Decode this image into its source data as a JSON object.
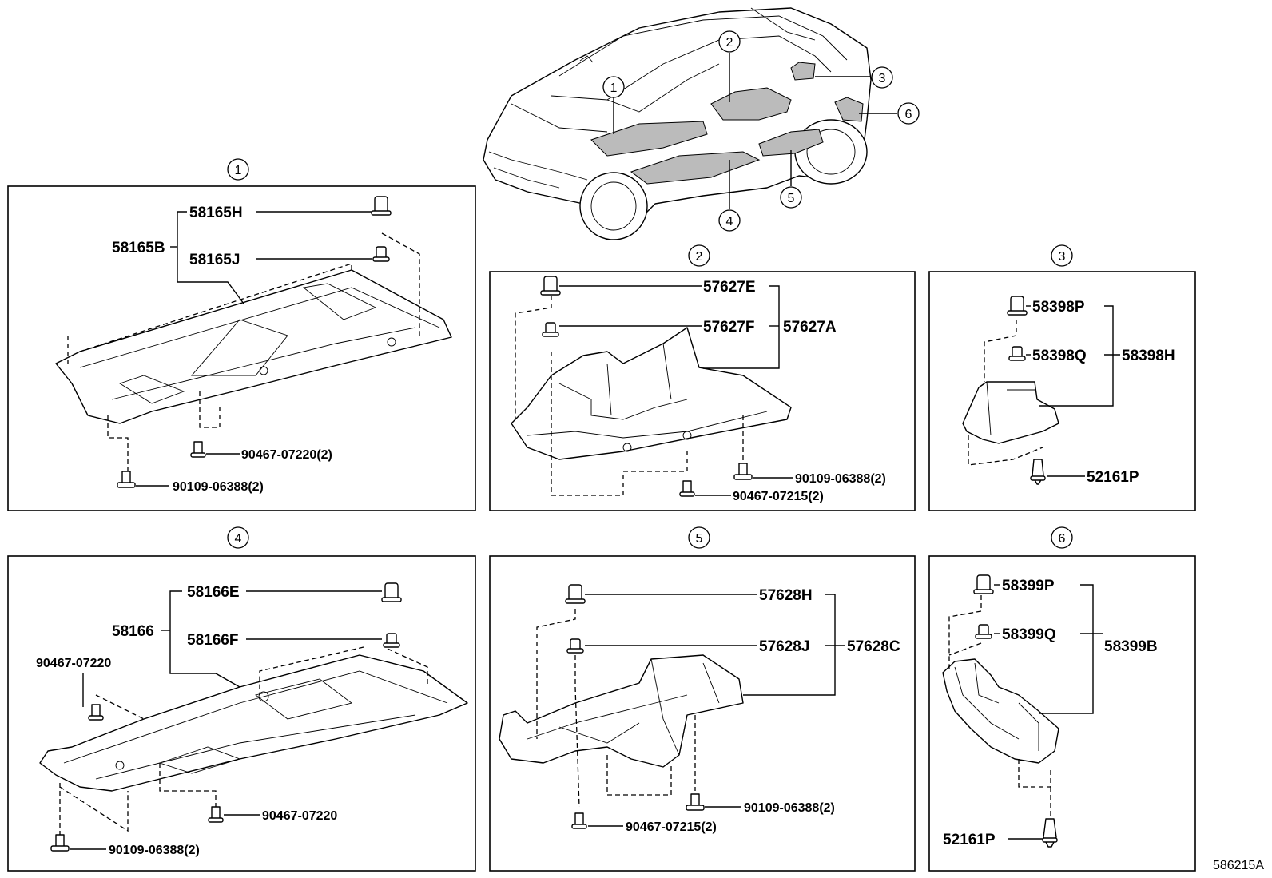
{
  "diagram_id": "586215A",
  "callouts": [
    "1",
    "2",
    "3",
    "4",
    "5",
    "6"
  ],
  "panel1": {
    "assembly": "58165B",
    "clip_upper": "58165H",
    "clip_lower": "58165J",
    "screw": "90467-07220(2)",
    "bolt": "90109-06388(2)"
  },
  "panel2": {
    "assembly": "57627A",
    "clip_upper": "57627E",
    "clip_lower": "57627F",
    "bolt": "90109-06388(2)",
    "screw": "90467-07215(2)"
  },
  "panel3": {
    "assembly": "58398H",
    "clip_upper": "58398P",
    "clip_lower": "58398Q",
    "rivet": "52161P"
  },
  "panel4": {
    "assembly": "58166",
    "clip_upper": "58166E",
    "clip_lower": "58166F",
    "screw_left": "90467-07220",
    "screw_center": "90467-07220",
    "bolt": "90109-06388(2)"
  },
  "panel5": {
    "assembly": "57628C",
    "clip_upper": "57628H",
    "clip_lower": "57628J",
    "bolt": "90109-06388(2)",
    "screw": "90467-07215(2)"
  },
  "panel6": {
    "assembly": "58399B",
    "clip_upper": "58399P",
    "clip_lower": "58399Q",
    "rivet": "52161P"
  }
}
